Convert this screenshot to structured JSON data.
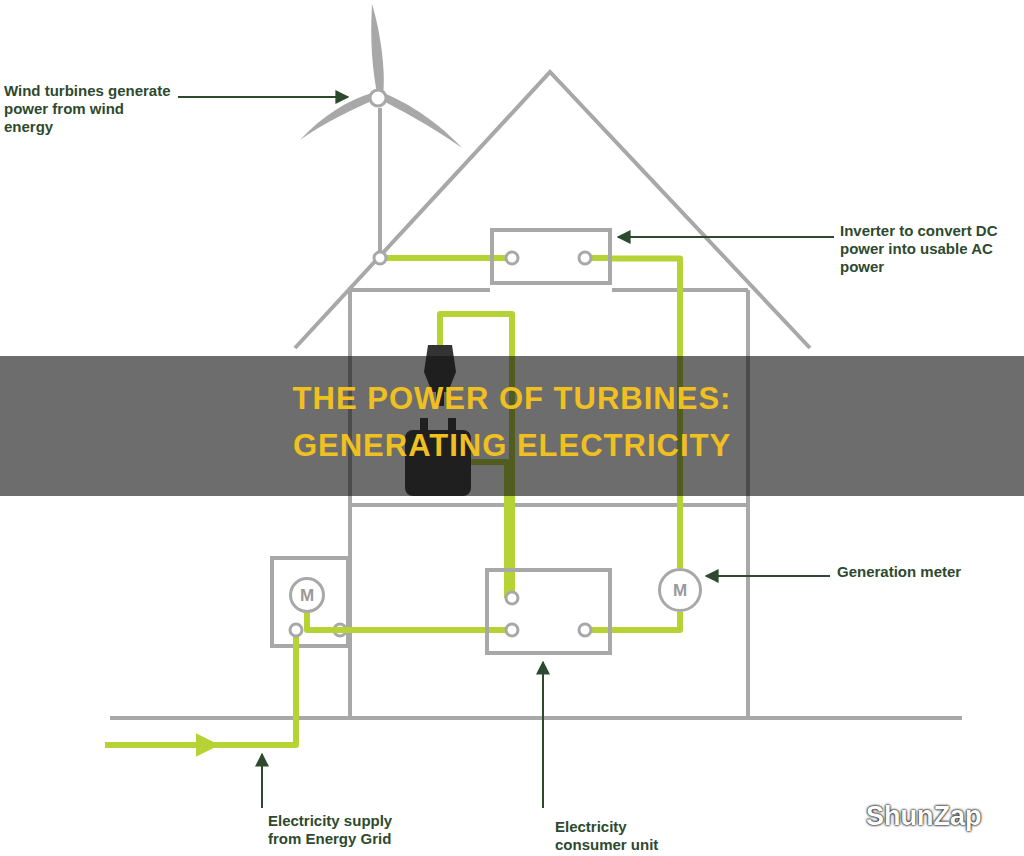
{
  "diagram": {
    "title": "THE POWER OF TURBINES: GENERATING ELECTRICITY",
    "nodes": [
      {
        "text": [
          "Inverter to convert DC power into usable AC power"
        ]
      },
      {
        "text": [
          "M"
        ]
      },
      {
        "text": [
          "Electricity consumer unit"
        ]
      },
      {
        "text": [
          "M",
          "Generation meter"
        ]
      }
    ],
    "edges": [
      {
        "from": 0,
        "to": 3,
        "arrow": "none"
      },
      {
        "from": 3,
        "to": 2,
        "arrow": "none"
      },
      {
        "from": 1,
        "to": 2,
        "arrow": "none"
      }
    ],
    "labels": [
      "Wind turbines generate power from wind energy",
      "Electricity supply from Energy Grid",
      "ShunZap"
    ]
  }
}
